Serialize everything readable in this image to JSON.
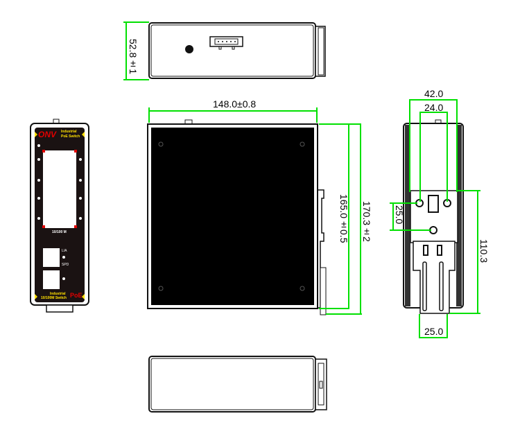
{
  "views": {
    "top": {
      "name": "top-view",
      "dimensions": {
        "height": "52.8±1"
      }
    },
    "front": {
      "name": "front-panel-view",
      "brand": "ONV",
      "brand_sub_line1": "Industrial",
      "brand_sub_line2": "PoE Switch",
      "port_label_rj45": "10/100 M",
      "label_la": "L/A",
      "label_spd": "SPD",
      "footer_line1": "Industrial",
      "footer_line2": "10/100M Switch",
      "footer_poe": "PoE",
      "colors": {
        "panel": "#1a1212",
        "brand": "#e00000",
        "accent": "#ffe000"
      }
    },
    "side": {
      "name": "side-view",
      "dimensions": {
        "width": "148.0±0.8",
        "height_body": "165.0±0.5",
        "height_total": "170.3±2"
      }
    },
    "rear": {
      "name": "rear-din-rail-view",
      "dimensions": {
        "width_outer": "42.0",
        "width_holes": "24.0",
        "hole_spacing": "25.0",
        "rail_height": "110.3",
        "clip_width": "25.0"
      }
    },
    "bottom": {
      "name": "bottom-view"
    }
  },
  "colors": {
    "dimension_line": "#00e000",
    "outline": "#111111"
  }
}
